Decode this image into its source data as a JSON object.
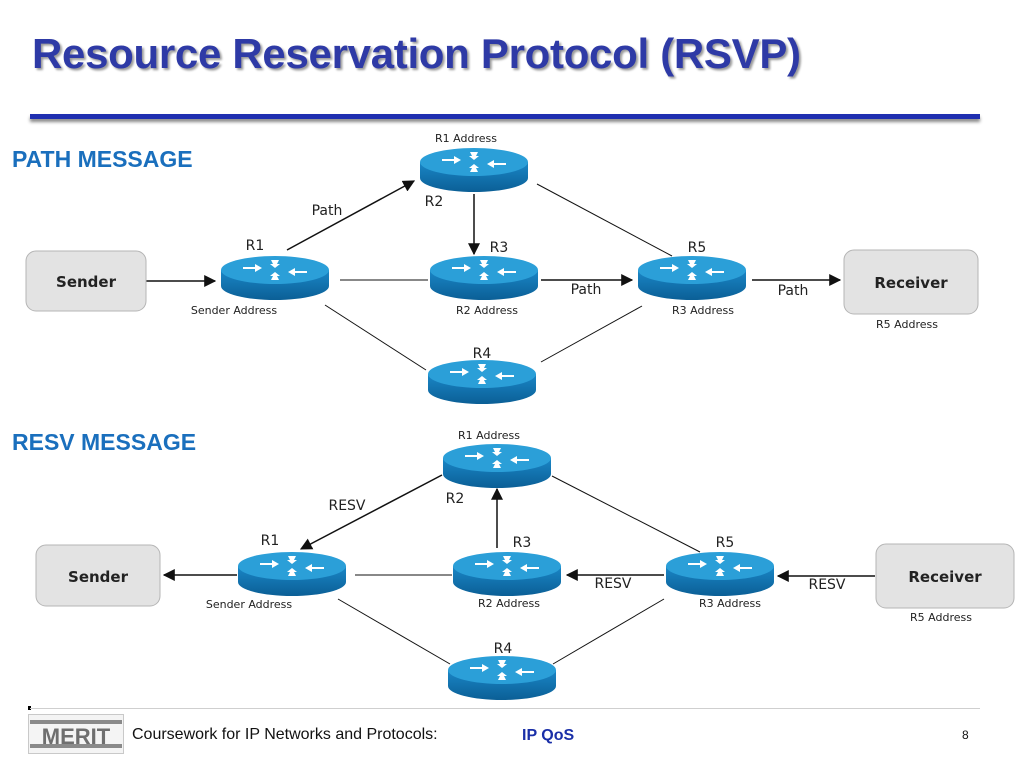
{
  "slide": {
    "title": "Resource Reservation Protocol (RSVP)"
  },
  "path_diagram": {
    "heading": "PATH MESSAGE",
    "sender": "Sender",
    "receiver": "Receiver",
    "r1_label": "R1",
    "r2_label": "R2",
    "r3_label": "R3",
    "r4_label": "R4",
    "r5_label": "R5",
    "r1_address": "R1  Address",
    "r2_address": "R2  Address",
    "r3_address": "R3  Address",
    "r5_address": "R5  Address",
    "sender_address": "Sender Address",
    "arrow_r1_r2": "Path",
    "arrow_r3_r5": "Path",
    "arrow_r5_receiver": "Path"
  },
  "resv_diagram": {
    "heading": "RESV MESSAGE",
    "sender": "Sender",
    "receiver": "Receiver",
    "r1_label": "R1",
    "r2_label": "R2",
    "r3_label": "R3",
    "r4_label": "R4",
    "r5_label": "R5",
    "r1_address": "R1  Address",
    "r2_address": "R2  Address",
    "r3_address": "R3  Address",
    "r5_address": "R5  Address",
    "sender_address": "Sender Address",
    "arrow_r2_r1": "RESV",
    "arrow_r5_r3": "RESV",
    "arrow_receiver_r5": "RESV"
  },
  "footer": {
    "logo_text": "MERIT",
    "text": "Coursework for IP Networks and Protocols:",
    "topic": "IP QoS",
    "page_number": "8"
  },
  "colors": {
    "title": "#2e3aa6",
    "heading": "#1a6fbd",
    "router_body": "#1279b8",
    "router_top": "#2b9fd8",
    "endpoint_fill": "#e3e3e3"
  }
}
